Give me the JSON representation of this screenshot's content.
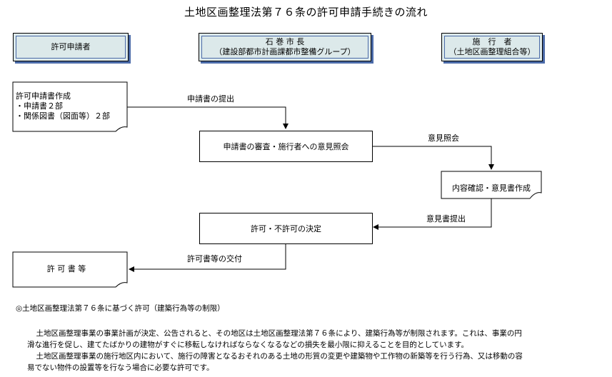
{
  "title": "土地区画整理法第７６条の許可申請手続きの流れ",
  "headers": {
    "applicant": "許可申請者",
    "mayor_title": "石 巻 市 長",
    "mayor_sub": "（建設部都市計画課都市整備グループ）",
    "enforcer_title": "施　行　者",
    "enforcer_sub": "（土地区画整理組合等）"
  },
  "nodes": {
    "apply_doc_line1": "許可申請書作成",
    "apply_doc_line2": "・申請書２部",
    "apply_doc_line3": "・関係図書（図面等）２部",
    "review": "申請書の審査・施行者への意見照会",
    "confirm": "内容確認・意見書作成",
    "decision": "許可・不許可の決定",
    "permit_doc": "許 可 書 等"
  },
  "edges": {
    "submit": "申請書の提出",
    "inquiry": "意見照会",
    "opinion": "意見書提出",
    "issue": "許可書等の交付"
  },
  "notes": {
    "heading": "◎土地区画整理法第７６条に基づく許可（建築行為等の制限）",
    "para1_line1": "　土地区画整理事業の事業計画が決定、公告されると、その地区は土地区画整理法第７６条により、建築行為等が制限されます。これは、事業の円",
    "para1_line2": "滑な進行を促し、建てたばかりの建物がすぐに移転しなければならなくなるなどの損失を最小限に抑えることを目的としています。",
    "para2_line1": "　土地区画整理事業の施行地区内において、施行の障害となるおそれのある土地の形質の変更や建築物や工作物の新築等を行う行為、又は移動の容",
    "para2_line2": "易でない物件の設置等を行なう場合に必要な許可です。"
  }
}
